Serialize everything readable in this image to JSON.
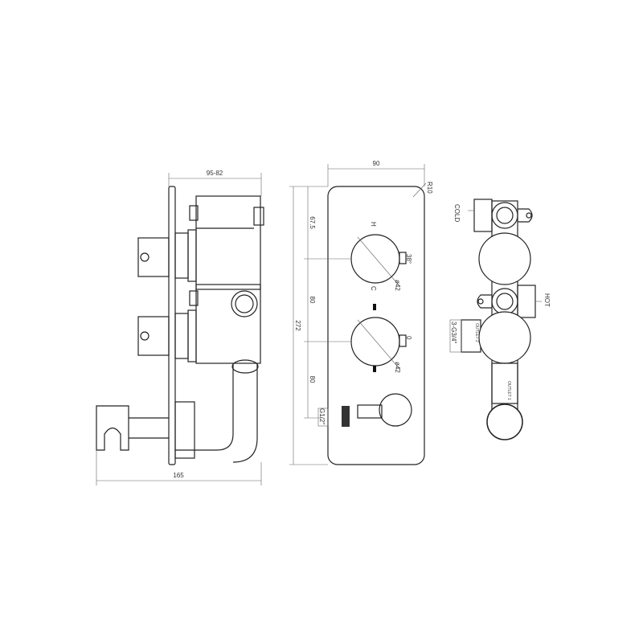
{
  "side_view": {
    "depth_label": "95-82",
    "projection_label": "165"
  },
  "front_view": {
    "width_label": "90",
    "radius_label": "R10",
    "height_label": "272",
    "spacing_top": "67.5",
    "spacing_mid": "80",
    "spacing_bottom": "80",
    "knob_diameter_1": "ø42",
    "knob_diameter_2": "ø42",
    "angle_label": "38°",
    "hot_label": "H",
    "cold_label": "C",
    "off_label": "0",
    "outlet_thread": "G1/2\""
  },
  "valve_body": {
    "cold_label": "COLD",
    "hot_label": "HOT",
    "outlet_thread": "3-G3/4\"",
    "outlet_2": "OUTLET 2",
    "outlet_1": "OUTLET 1"
  }
}
